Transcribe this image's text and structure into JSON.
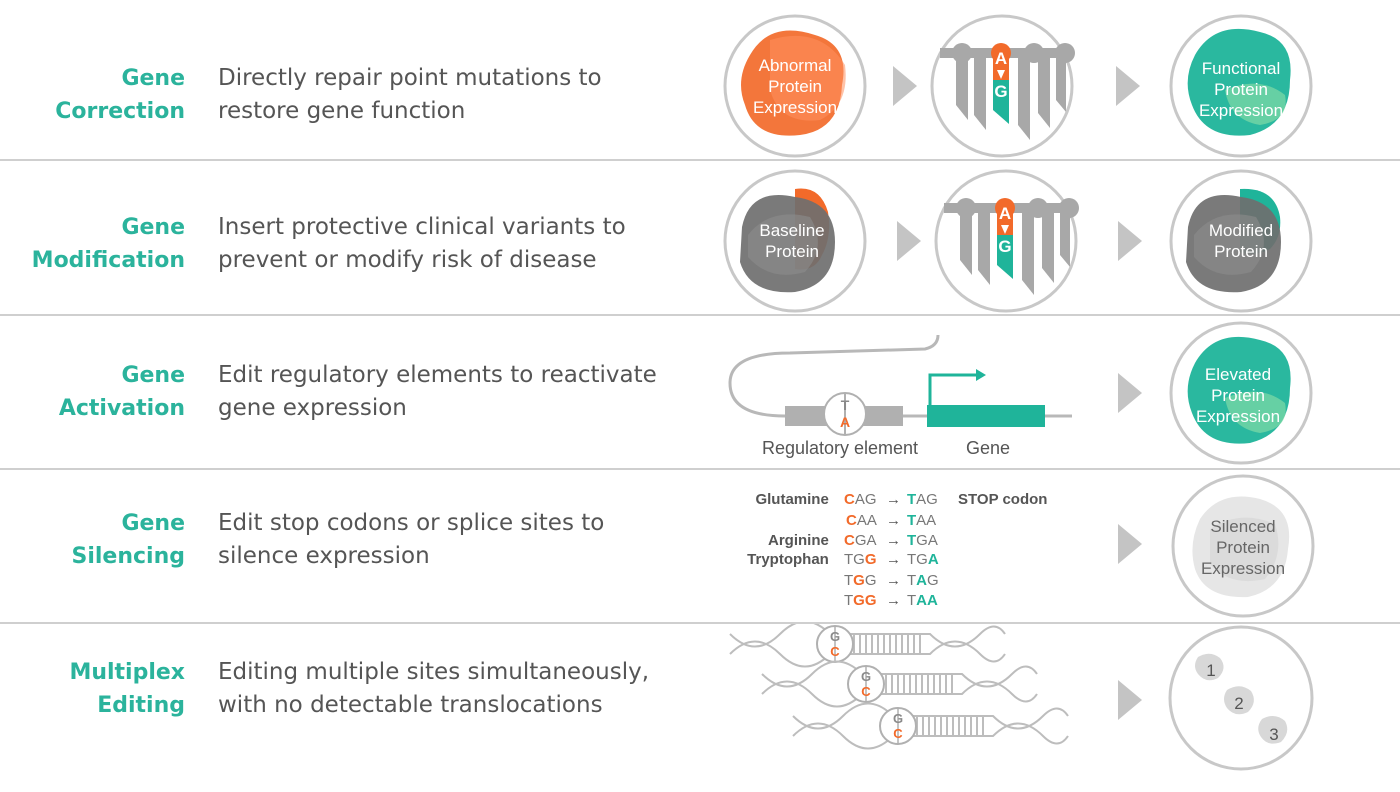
{
  "colors": {
    "teal": "#1fb49a",
    "orange": "#f26a2a",
    "gray": "#9a9a9a",
    "divider": "#cfcfcf",
    "text": "#555555"
  },
  "rows": [
    {
      "title_line1": "Gene",
      "title_line2": "Correction",
      "desc_line1": "Directly repair point mutations to",
      "desc_line2": "restore gene function",
      "input_protein": [
        "Abnormal",
        "Protein",
        "Expression"
      ],
      "edit_from": "A",
      "edit_to": "G",
      "output_protein": [
        "Functional",
        "Protein",
        "Expression"
      ]
    },
    {
      "title_line1": "Gene",
      "title_line2": "Modification",
      "desc_line1": "Insert protective clinical variants to",
      "desc_line2": "prevent or modify risk of disease",
      "input_protein": [
        "Baseline",
        "Protein"
      ],
      "edit_from": "A",
      "edit_to": "G",
      "output_protein": [
        "Modified",
        "Protein"
      ]
    },
    {
      "title_line1": "Gene",
      "title_line2": "Activation",
      "desc_line1": "Edit regulatory elements to reactivate",
      "desc_line2": "gene expression",
      "edit_top": "T",
      "edit_bottom": "A",
      "regulatory_label": "Regulatory element",
      "gene_label": "Gene",
      "output_protein": [
        "Elevated",
        "Protein",
        "Expression"
      ]
    },
    {
      "title_line1": "Gene",
      "title_line2": "Silencing",
      "desc_line1": "Edit stop codons or splice sites to",
      "desc_line2": "silence expression",
      "codon_table": {
        "stop_label": "STOP codon",
        "rows": [
          {
            "amino": "Glutamine",
            "codon_edit": "C",
            "codon_rest": "AG",
            "arrow": "→",
            "result_edit": "T",
            "result_rest": "AG"
          },
          {
            "amino": "",
            "codon_edit": "C",
            "codon_rest": "AA",
            "arrow": "→",
            "result_edit": "T",
            "result_rest": "AA"
          },
          {
            "amino": "Arginine",
            "codon_edit": "C",
            "codon_rest": "GA",
            "arrow": "→",
            "result_edit": "T",
            "result_rest": "GA"
          },
          {
            "amino": "Tryptophan",
            "codon_pre": "TG",
            "codon_edit": "G",
            "arrow": "→",
            "result_pre": "TG",
            "result_edit": "A"
          },
          {
            "amino": "",
            "codon_pre": "T",
            "codon_edit": "G",
            "codon_post": "G",
            "arrow": "→",
            "result_pre": "T",
            "result_edit": "A",
            "result_post": "G"
          },
          {
            "amino": "",
            "codon_pre": "T",
            "codon_edit": "GG",
            "arrow": "→",
            "result_pre": "T",
            "result_edit": "AA"
          }
        ]
      },
      "output_protein": [
        "Silenced",
        "Protein",
        "Expression"
      ]
    },
    {
      "title_line1": "Multiplex",
      "title_line2": "Editing",
      "desc_line1": "Editing multiple sites simultaneously,",
      "desc_line2": "with no detectable translocations",
      "edit_top": "G",
      "edit_bottom": "C",
      "sites": [
        "1",
        "2",
        "3"
      ]
    }
  ]
}
